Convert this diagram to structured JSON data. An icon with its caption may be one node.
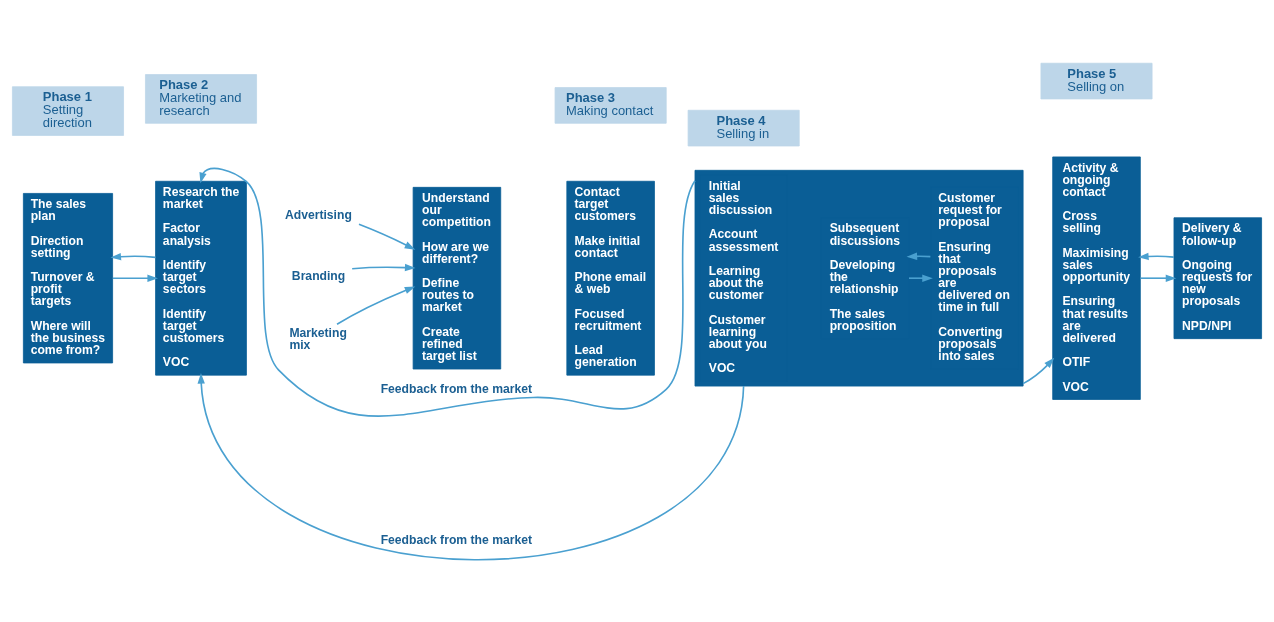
{
  "diagram": {
    "nodes": [
      {
        "text": [
          "Phase 1",
          "Setting direction"
        ]
      },
      {
        "text": [
          "Phase 2",
          "Marketing and research"
        ]
      },
      {
        "text": [
          "Phase 3",
          "Making contact"
        ]
      },
      {
        "text": [
          "Phase 4",
          "Selling in"
        ]
      },
      {
        "text": [
          "Phase 5",
          "Selling on"
        ]
      },
      {
        "text": [
          "The sales plan",
          "Direction setting",
          "Turnover & profit targets",
          "Where will the business come from?"
        ]
      },
      {
        "text": [
          "Research the market",
          "Factor analysis",
          "Identify target sectors",
          "Identify target customers",
          "VOC"
        ]
      },
      {
        "text": [
          "Advertising"
        ]
      },
      {
        "text": [
          "Branding"
        ]
      },
      {
        "text": [
          "Marketing mix"
        ]
      },
      {
        "text": [
          "Understand our competition",
          "How are we different?",
          "Define routes to market",
          "Create refined target list"
        ]
      },
      {
        "text": [
          "Contact target customers",
          "Make initial contact",
          "Phone email & web",
          "Focused recruitment",
          "Lead generation"
        ]
      },
      {
        "text": [],
        "shape": "box"
      },
      {
        "text": [
          "Initial sales discussion",
          "Account assessment",
          "Learning about the customer",
          "Customer learning about you",
          "VOC"
        ],
        "in": 12
      },
      {
        "text": [
          "Subsequent discussions",
          "Developing the relationship",
          "The sales proposition"
        ],
        "in": 12
      },
      {
        "text": [
          "Customer request for proposal",
          "Ensuring that proposals are delivered on time in full",
          "Converting proposals into sales"
        ],
        "in": 12
      },
      {
        "text": [
          "Activity & ongoing contact",
          "Cross selling",
          "Maximising sales opportunity",
          "Ensuring that results are delivered",
          "OTIF",
          "VOC"
        ]
      },
      {
        "text": [
          "Delivery & follow-up",
          "Ongoing requests for new proposals",
          "NPD/NPI"
        ]
      }
    ],
    "edges": [
      {
        "from": 5,
        "to": 6,
        "arrow": "to"
      },
      {
        "from": 6,
        "to": 5,
        "arrow": "to"
      },
      {
        "from": 7,
        "to": 10,
        "arrow": "to"
      },
      {
        "from": 8,
        "to": 10,
        "arrow": "to"
      },
      {
        "from": 9,
        "to": 10,
        "arrow": "to"
      },
      {
        "from": 12,
        "to": 6,
        "arrow": "to",
        "label": "Feedback from the market"
      },
      {
        "from": 12,
        "to": 6,
        "arrow": "to",
        "label": "Feedback from the market"
      },
      {
        "from": 14,
        "to": 15,
        "arrow": "to"
      },
      {
        "from": 15,
        "to": 14,
        "arrow": "to"
      },
      {
        "from": 12,
        "to": 16,
        "arrow": "to"
      },
      {
        "from": 16,
        "to": 17,
        "arrow": "to"
      },
      {
        "from": 17,
        "to": 16,
        "arrow": "to"
      }
    ]
  }
}
